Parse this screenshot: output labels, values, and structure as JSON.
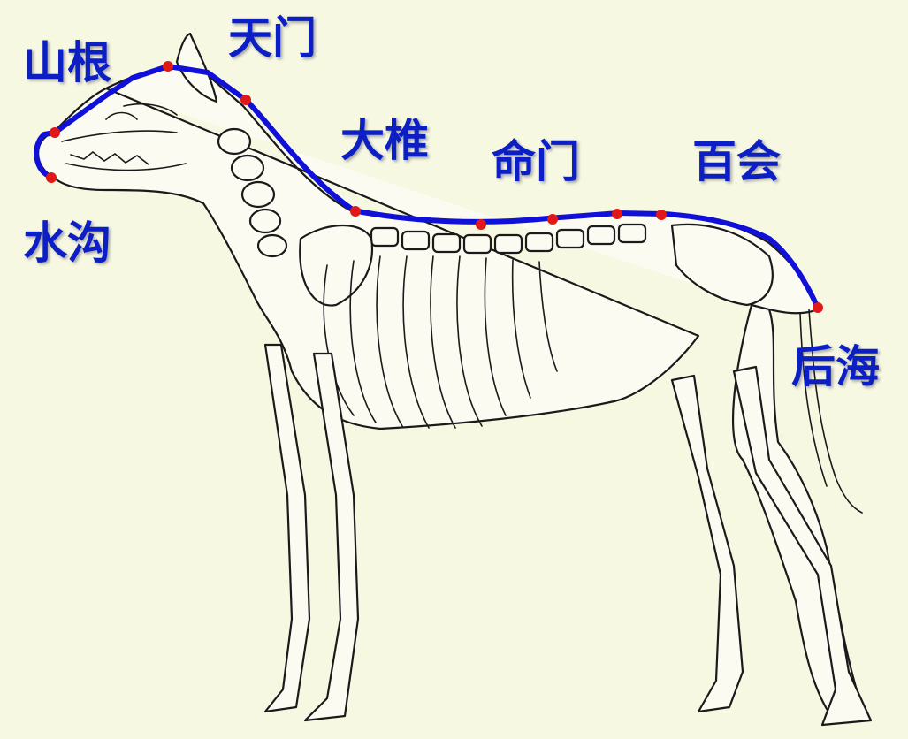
{
  "labels": {
    "shangen": "山根",
    "tianmen": "天门",
    "dazhui": "大椎",
    "mingmen": "命门",
    "baihui": "百会",
    "shuigou": "水沟",
    "houhai": "后海"
  },
  "colors": {
    "background": "#f7f8e2",
    "meridian_line": "#1010d8",
    "acupoint": "#e01818",
    "label_text": "#0b1fc4"
  }
}
